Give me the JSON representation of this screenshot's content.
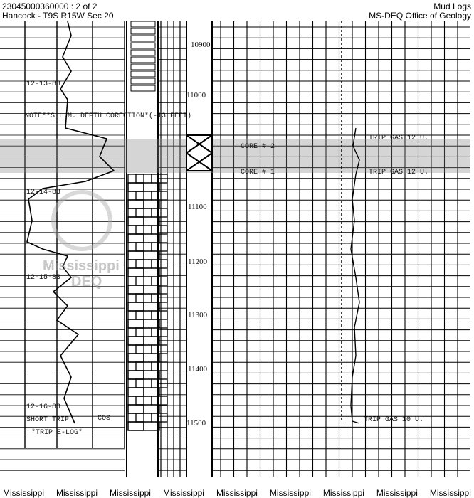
{
  "header": {
    "doc_id": "23045000360000 : 2 of 2",
    "location": "Hancock - T9S R15W Sec 20",
    "doc_type": "Mud Logs",
    "agency": "MS-DEQ Office of Geology"
  },
  "log": {
    "depth_labels": [
      "10900",
      "11000",
      "11100",
      "11200",
      "11300",
      "11400",
      "11500"
    ],
    "dates": [
      "12-13-83",
      "12-14-83",
      "12-15-83",
      "12-16-83"
    ],
    "note": "NOTE**S.L.M. DEPTH CORECTION*(-13 FEET)",
    "short_trip": "SHORT TRIP",
    "cos": "COS",
    "trip_elog": "*TRIP E-LOG*",
    "core_1": "CORE # 2",
    "core_2": "CORE # 1",
    "trip_gas_1": "TRIP GAS 12 U.",
    "trip_gas_2": "TRIP GAS 12 U.",
    "trip_gas_3": "TRIP GAS 10 U.",
    "watermark": [
      "Mississippi",
      "DEQ"
    ]
  },
  "footer": [
    "Mississippi",
    "Mississippi",
    "Mississippi",
    "Mississippi",
    "Mississippi",
    "Mississippi",
    "Mississippi",
    "Mississippi",
    "Mississippi"
  ]
}
